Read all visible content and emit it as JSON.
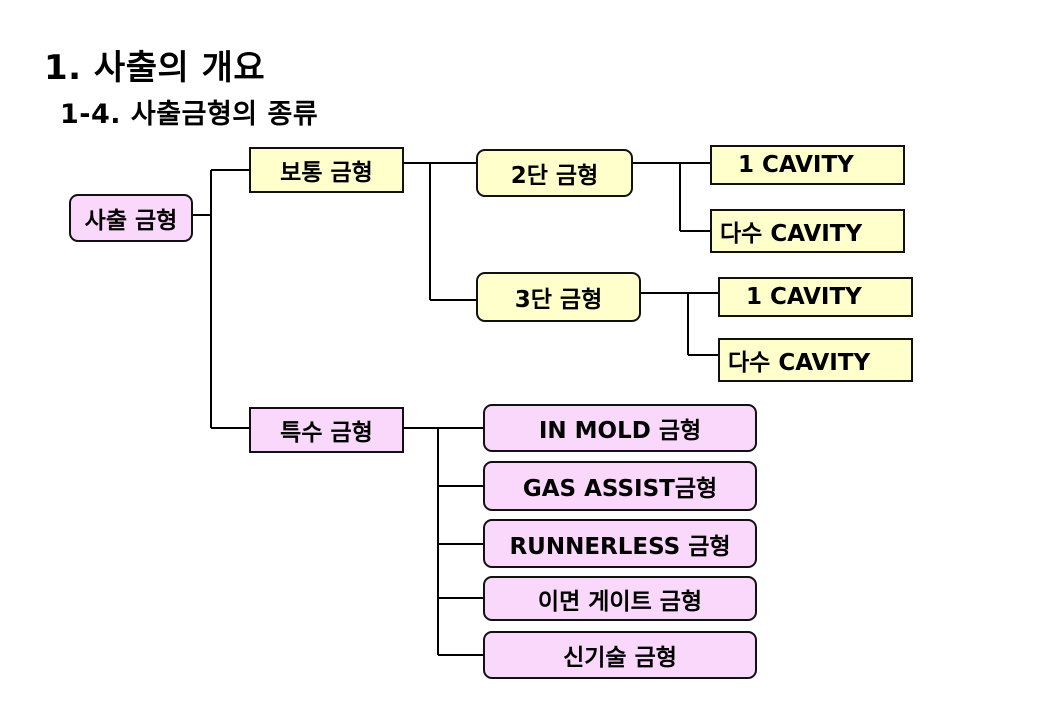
{
  "header": {
    "title": "1. 사출의 개요",
    "subtitle": "1-4. 사출금형의 종류"
  },
  "tree": {
    "root": "사출 금형",
    "normal": {
      "label": "보통 금형",
      "two_stage": {
        "label": "2단 금형",
        "single_cavity": "1 CAVITY",
        "multi_cavity": "다수 CAVITY"
      },
      "three_stage": {
        "label": "3단 금형",
        "single_cavity": "1 CAVITY",
        "multi_cavity": "다수 CAVITY"
      }
    },
    "special": {
      "label": "특수 금형",
      "items": [
        "IN MOLD 금형",
        "GAS ASSIST금형",
        "RUNNERLESS 금형",
        "이면 게이트 금형",
        "신기술 금형"
      ]
    }
  },
  "colors": {
    "yellow_fill": "#ffffcc",
    "pink_fill": "#f9d8fb",
    "line": "#000000"
  }
}
